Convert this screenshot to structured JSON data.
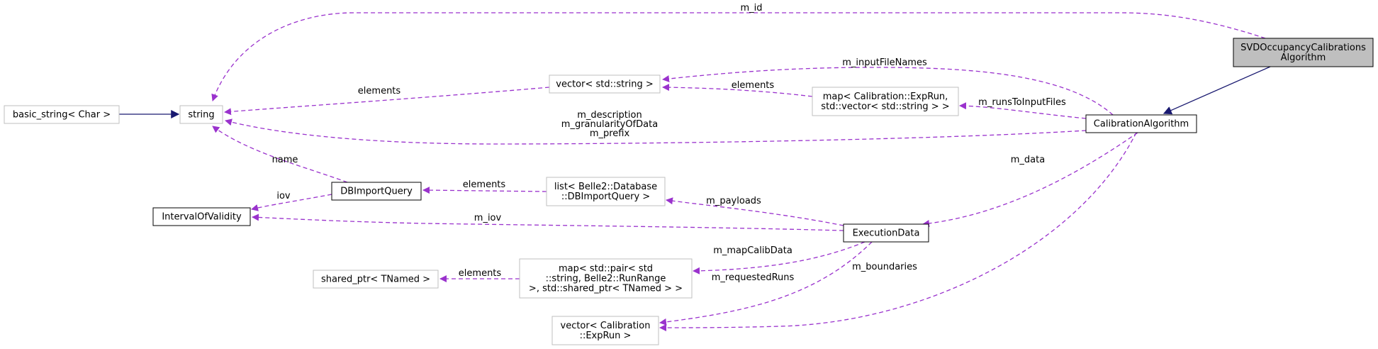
{
  "diagram": {
    "colors": {
      "inherit": "#191970",
      "usage": "#9a32cd",
      "documented_border": "#000000",
      "undocumented_border": "#bfbfbf",
      "highlight_fill": "#bfbfbf",
      "background": "#ffffff"
    },
    "nodes": [
      {
        "id": "svd",
        "lines": [
          "SVDOccupancyCalibrations",
          "Algorithm"
        ],
        "kind": "highlight"
      },
      {
        "id": "calib",
        "lines": [
          "CalibrationAlgorithm"
        ],
        "kind": "documented"
      },
      {
        "id": "string",
        "lines": [
          "string"
        ],
        "kind": "undocumented"
      },
      {
        "id": "basic",
        "lines": [
          "basic_string< Char >"
        ],
        "kind": "undocumented"
      },
      {
        "id": "vecstr",
        "lines": [
          "vector< std::string >"
        ],
        "kind": "undocumented"
      },
      {
        "id": "map1",
        "lines": [
          "map< Calibration::ExpRun,",
          "std::vector< std::string > >"
        ],
        "kind": "undocumented"
      },
      {
        "id": "dbq",
        "lines": [
          "DBImportQuery"
        ],
        "kind": "documented"
      },
      {
        "id": "iov",
        "lines": [
          "IntervalOfValidity"
        ],
        "kind": "documented"
      },
      {
        "id": "list",
        "lines": [
          "list< Belle2::Database",
          "::DBImportQuery >"
        ],
        "kind": "undocumented"
      },
      {
        "id": "exec",
        "lines": [
          "ExecutionData"
        ],
        "kind": "documented"
      },
      {
        "id": "shptr",
        "lines": [
          "shared_ptr< TNamed >"
        ],
        "kind": "undocumented"
      },
      {
        "id": "map2",
        "lines": [
          "map< std::pair< std",
          "::string, Belle2::RunRange",
          " >, std::shared_ptr< TNamed > >"
        ],
        "kind": "undocumented"
      },
      {
        "id": "vecexp",
        "lines": [
          "vector< Calibration",
          "::ExpRun >"
        ],
        "kind": "undocumented"
      }
    ],
    "edges": [
      {
        "id": "e-m-id",
        "from": "svd",
        "to": "string",
        "kind": "usage",
        "labels": [
          "m_id"
        ]
      },
      {
        "id": "e-inherit-calib",
        "from": "svd",
        "to": "calib",
        "kind": "inherit",
        "labels": []
      },
      {
        "id": "e-inherit-basic",
        "from": "basic",
        "to": "string",
        "kind": "inherit",
        "labels": []
      },
      {
        "id": "e-input-files",
        "from": "calib",
        "to": "vecstr",
        "kind": "usage",
        "labels": [
          "m_inputFileNames"
        ]
      },
      {
        "id": "e-vec-elements",
        "from": "vecstr",
        "to": "string",
        "kind": "usage",
        "labels": [
          "elements"
        ]
      },
      {
        "id": "e-map1-elements",
        "from": "map1",
        "to": "vecstr",
        "kind": "usage",
        "labels": [
          "elements"
        ]
      },
      {
        "id": "e-runs-to-input",
        "from": "calib",
        "to": "map1",
        "kind": "usage",
        "labels": [
          "m_runsToInputFiles"
        ]
      },
      {
        "id": "e-description",
        "from": "calib",
        "to": "string",
        "kind": "usage",
        "labels": [
          "m_description",
          "m_granularityOfData",
          "m_prefix"
        ]
      },
      {
        "id": "e-name",
        "from": "dbq",
        "to": "string",
        "kind": "usage",
        "labels": [
          "name"
        ]
      },
      {
        "id": "e-dbq-iov",
        "from": "dbq",
        "to": "iov",
        "kind": "usage",
        "labels": [
          "iov"
        ]
      },
      {
        "id": "e-list-elements",
        "from": "list",
        "to": "dbq",
        "kind": "usage",
        "labels": [
          "elements"
        ]
      },
      {
        "id": "e-payloads",
        "from": "exec",
        "to": "list",
        "kind": "usage",
        "labels": [
          "m_payloads"
        ]
      },
      {
        "id": "e-m-iov",
        "from": "exec",
        "to": "iov",
        "kind": "usage",
        "labels": [
          "m_iov"
        ]
      },
      {
        "id": "e-m-data",
        "from": "calib",
        "to": "exec",
        "kind": "usage",
        "labels": [
          "m_data"
        ]
      },
      {
        "id": "e-map-calib",
        "from": "exec",
        "to": "map2",
        "kind": "usage",
        "labels": [
          "m_mapCalibData"
        ]
      },
      {
        "id": "e-map2-elements",
        "from": "map2",
        "to": "shptr",
        "kind": "usage",
        "labels": [
          "elements"
        ]
      },
      {
        "id": "e-requested-runs",
        "from": "exec",
        "to": "vecexp",
        "kind": "usage",
        "labels": [
          "m_requestedRuns"
        ]
      },
      {
        "id": "e-boundaries",
        "from": "calib",
        "to": "vecexp",
        "kind": "usage",
        "labels": [
          "m_boundaries"
        ]
      }
    ]
  }
}
